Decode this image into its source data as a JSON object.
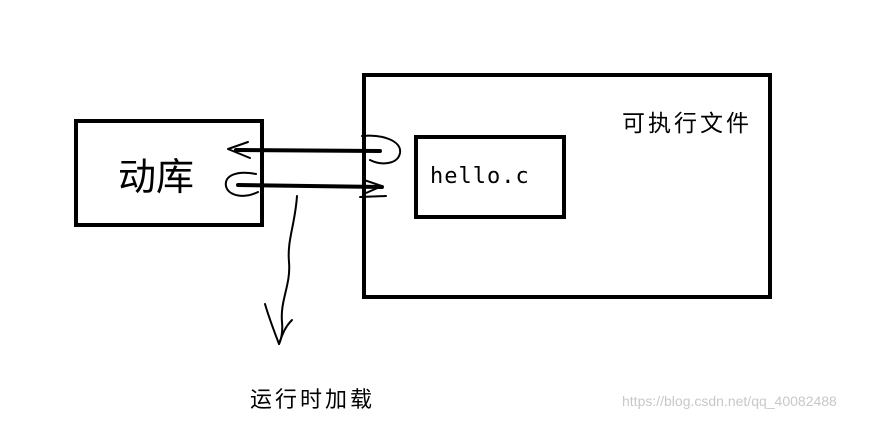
{
  "diagram": {
    "dynamic_library_label": "动库",
    "executable_label": "可执行文件",
    "source_file_label": "hello.c",
    "runtime_loading_label": "运行时加载",
    "watermark": "https://blog.csdn.net/qq_40082488"
  }
}
